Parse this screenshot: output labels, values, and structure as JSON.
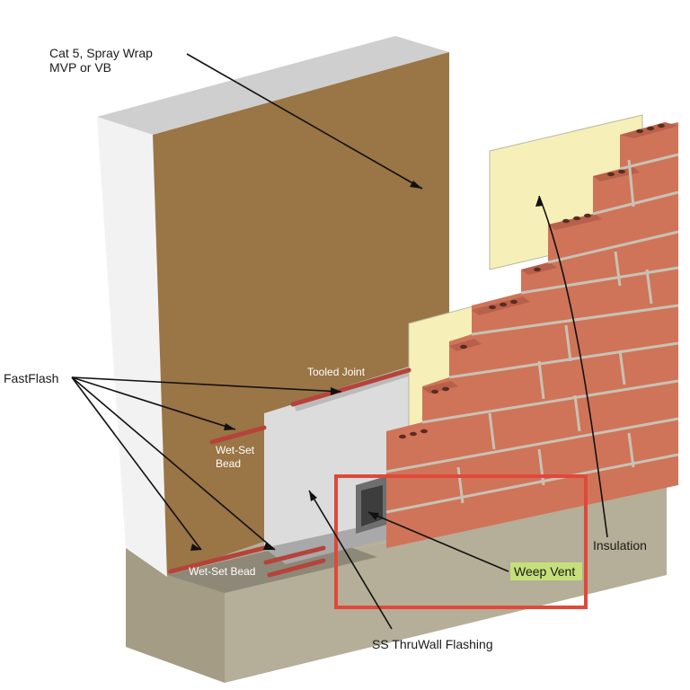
{
  "labels": {
    "membrane_line1": "Cat 5, Spray Wrap",
    "membrane_line2": "MVP or VB",
    "fastflash": "FastFlash",
    "tooled_joint": "Tooled Joint",
    "wet_set_bead_upper_1": "Wet-Set",
    "wet_set_bead_upper_2": "Bead",
    "wet_set_bead_lower": "Wet-Set Bead",
    "insulation": "Insulation",
    "weep_vent": "Weep Vent",
    "thruwall_flashing": "SS ThruWall Flashing"
  },
  "colors": {
    "membrane": "#9a7545",
    "wall_face": "#f2f2f2",
    "wall_top": "#d9d9d9",
    "insulation": "#f6f0b8",
    "brick": "#cf7459",
    "brick_dark": "#a9543c",
    "mortar": "#c9c2b4",
    "foundation": "#b5ae98",
    "foundation_side": "#a09880",
    "flashing": "#dcdcdc",
    "fastflash_strip": "#b5433a",
    "highlight_box": "#e0493a",
    "weep_highlight": "#c5e07a"
  }
}
